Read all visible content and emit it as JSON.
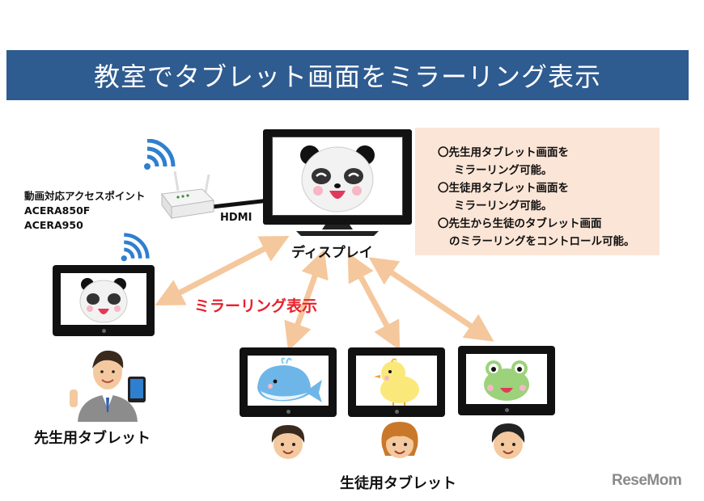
{
  "title": "教室でタブレット画面をミラーリング表示",
  "access_point": {
    "label_line1": "動画対応アクセスポイント",
    "label_line2": "ACERA850F",
    "label_line3": "ACERA950"
  },
  "cable_label": "HDMI",
  "display_label": "ディスプレイ",
  "mirror_label": "ミラーリング表示",
  "teacher_label": "先生用タブレット",
  "students_label": "生徒用タブレット",
  "info": {
    "line1": "〇先生用タブレット画面を",
    "line2": "ミラーリング可能。",
    "line3": "〇生徒用タブレット画面を",
    "line4": "ミラーリング可能。",
    "line5": "〇先生から生徒のタブレット画面",
    "line6": "のミラーリングをコントロール可能。"
  },
  "logo_text": "ReseMom",
  "colors": {
    "title_bg": "#2e5b90",
    "info_bg": "#fbe5d6",
    "arrow": "#f5c79c",
    "mirror_text": "#e8202a",
    "wifi": "#2f7fd0"
  },
  "icons": [
    "wifi-icon",
    "router-icon",
    "panda-icon",
    "whale-icon",
    "chick-icon",
    "frog-icon",
    "teacher-figure",
    "student-face"
  ]
}
